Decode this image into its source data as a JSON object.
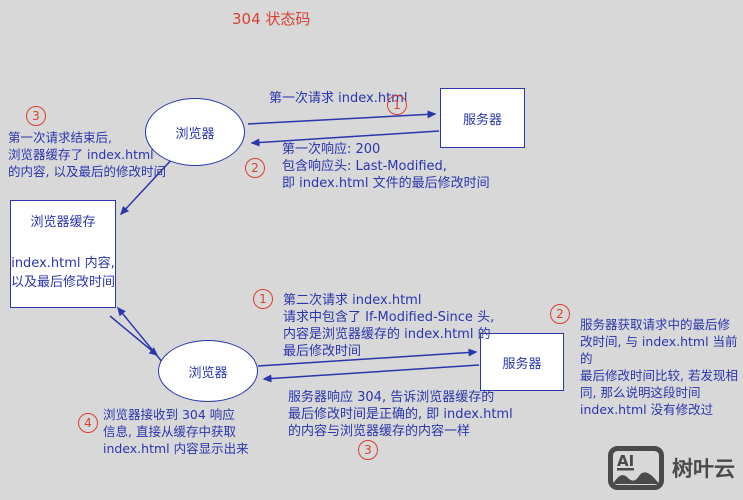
{
  "title": "304 状态码",
  "nodes": {
    "browser1": "浏览器",
    "server1": "服务器",
    "browser2": "浏览器",
    "server2": "服务器",
    "cache_title": "浏览器缓存",
    "cache_body": "index.html 内容,\n以及最后修改时间"
  },
  "steps": {
    "first_request": "第一次请求 index.html",
    "first_response": "第一次响应: 200\n包含响应头: Last-Modified,\n即 index.html 文件的最后修改时间",
    "cache_note": "第一次请求结束后,\n浏览器缓存了 index.html\n的内容, 以及最后的修改时间",
    "second_request": "第二次请求 index.html\n请求中包含了 If-Modified-Since 头,\n内容是浏览器缓存的 index.html 的\n最后修改时间",
    "server_compare": "服务器获取请求中的最后修\n改时间, 与 index.html 当前的\n最后修改时间比较, 若发现相\n同, 那么说明这段时间\nindex.html 没有修改过",
    "second_response": "服务器响应 304, 告诉浏览器缓存的\n最后修改时间是正确的, 即 index.html\n的内容与浏览器缓存的内容一样",
    "browser_use_cache": "浏览器接收到 304 响应\n信息, 直接从缓存中获取\nindex.html 内容显示出来"
  },
  "badges": {
    "first_request": "1",
    "first_response": "2",
    "cache_note": "3",
    "second_request": "1",
    "server_compare": "2",
    "second_response": "3",
    "browser_use_cache": "4"
  },
  "watermark": {
    "icon_text": "AI",
    "label": "树叶云"
  },
  "colors": {
    "ink_blue": "#2936ac",
    "accent_red": "#d9402e",
    "background": "#d8d8d8",
    "watermark_gray": "#4a4a4a"
  }
}
